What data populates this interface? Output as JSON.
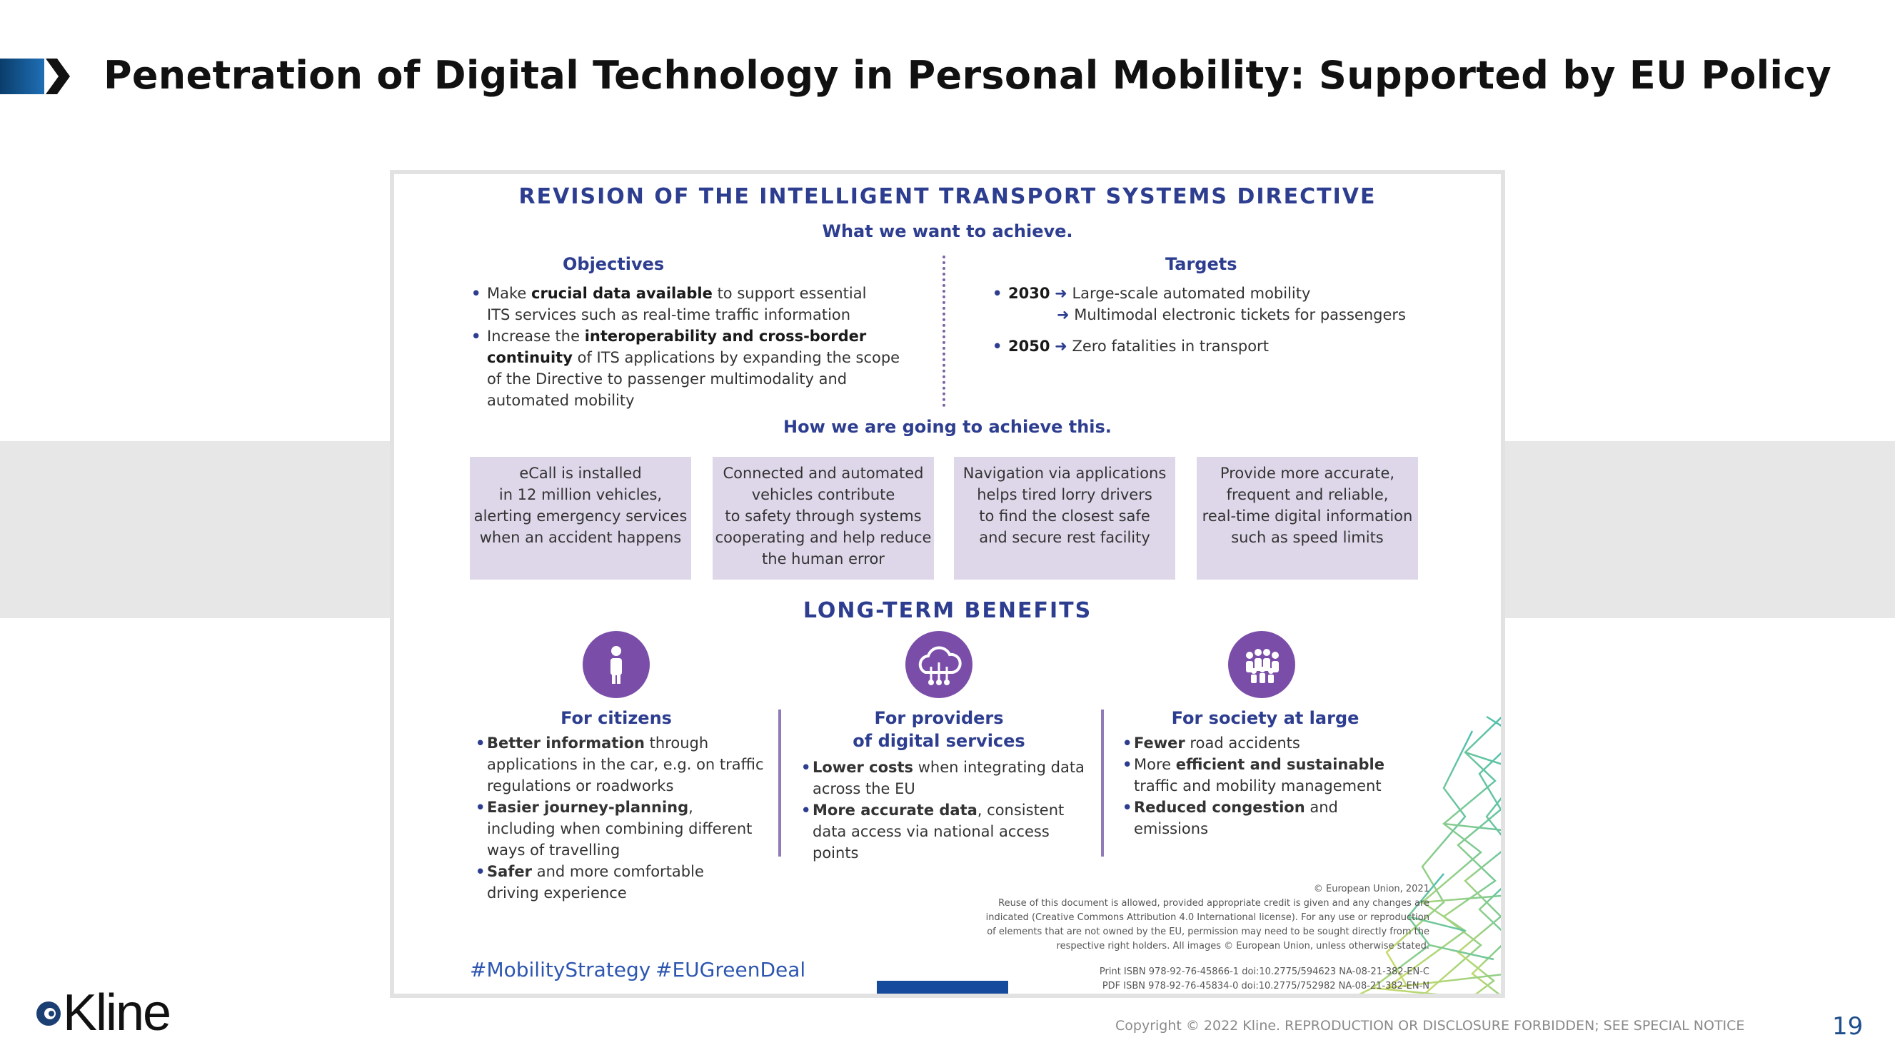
{
  "slide": {
    "title": "Penetration of Digital Technology in Personal Mobility: Supported by EU Policy",
    "page_number": "19",
    "copyright": "Copyright © 2022 Kline. REPRODUCTION OR DISCLOSURE FORBIDDEN; SEE SPECIAL NOTICE",
    "logo_text": "Kline",
    "colors": {
      "accent_blue": "#1f6fb5",
      "navy": "#2d3d8f",
      "purple": "#7a4ea8",
      "box_lilac": "#ded7ea"
    }
  },
  "infographic": {
    "title": "REVISION OF THE INTELLIGENT TRANSPORT SYSTEMS DIRECTIVE",
    "subtitle": "What we want to achieve.",
    "objectives": {
      "heading": "Objectives",
      "items": [
        {
          "pre": "Make ",
          "bold": "crucial data available",
          "line1_rest": " to support essential",
          "line2": "ITS services such as real-time traffic information"
        },
        {
          "pre": "Increase the ",
          "bold": "interoperability and cross-border",
          "bold2": "continuity",
          "line2_rest": " of ITS applications by expanding the scope",
          "line3": "of the Directive to passenger multimodality and",
          "line4": "automated mobility"
        }
      ]
    },
    "targets": {
      "heading": "Targets",
      "items": [
        {
          "year": "2030",
          "text": "Large-scale automated mobility",
          "text2": "Multimodal electronic tickets for passengers"
        },
        {
          "year": "2050",
          "text": "Zero fatalities in transport"
        }
      ]
    },
    "how_heading": "How we are going to achieve this.",
    "boxes": [
      {
        "lines": [
          "eCall is installed",
          "in 12 million vehicles,",
          "alerting emergency services",
          "when an accident happens"
        ]
      },
      {
        "lines": [
          "Connected and automated",
          "vehicles contribute",
          "to safety through systems",
          "cooperating and help reduce",
          "the human error"
        ]
      },
      {
        "lines": [
          "Navigation via applications",
          "helps tired lorry drivers",
          "to find the closest safe",
          "and secure rest facility"
        ]
      },
      {
        "lines": [
          "Provide more accurate,",
          "frequent and reliable,",
          "real-time digital information",
          "such as speed limits"
        ]
      }
    ],
    "benefits_heading": "LONG-TERM BENEFITS",
    "citizens": {
      "heading": "For citizens",
      "items": [
        {
          "bold": "Better information",
          "rest": " through",
          "line2": "applications in the car, e.g. on traffic",
          "line3": "regulations or roadworks"
        },
        {
          "bold": "Easier journey-planning",
          "rest": ",",
          "line2": "including when combining different",
          "line3": "ways of travelling"
        },
        {
          "bold": "Safer",
          "rest": " and more comfortable",
          "line2": "driving experience"
        }
      ]
    },
    "providers": {
      "heading1": "For providers",
      "heading2": "of digital services",
      "items": [
        {
          "bold": "Lower costs",
          "rest": " when integrating data",
          "line2": "across the EU"
        },
        {
          "bold": "More accurate data",
          "rest": ", consistent",
          "line2": "data access via national access points"
        }
      ]
    },
    "society": {
      "heading": "For society at large",
      "items": [
        {
          "bold": "Fewer",
          "rest": " road accidents"
        },
        {
          "pre": "More ",
          "bold": "efficient and sustainable",
          "line2": "traffic and mobility management"
        },
        {
          "bold": "Reduced congestion",
          "rest": " and emissions"
        }
      ]
    },
    "legal": {
      "line1": "© European Union, 2021",
      "line2": "Reuse of this document is allowed, provided appropriate credit is given and any changes are",
      "line3": "indicated (Creative Commons Attribution 4.0 International license). For any use or reproduction",
      "line4": "of elements that are not owned by the EU, permission may need to be sought directly from the",
      "line5": "respective right holders. All images © European Union, unless otherwise stated.",
      "print": "Print   ISBN 978-92-76-45866-1   doi:10.2775/594623   NA-08-21-382-EN-C",
      "pdf": "PDF   ISBN 978-92-76-45834-0   doi:10.2775/752982   NA-08-21-382-EN-N"
    },
    "hashtag1": "#MobilityStrategy",
    "hashtag2": "#EUGreenDeal"
  }
}
